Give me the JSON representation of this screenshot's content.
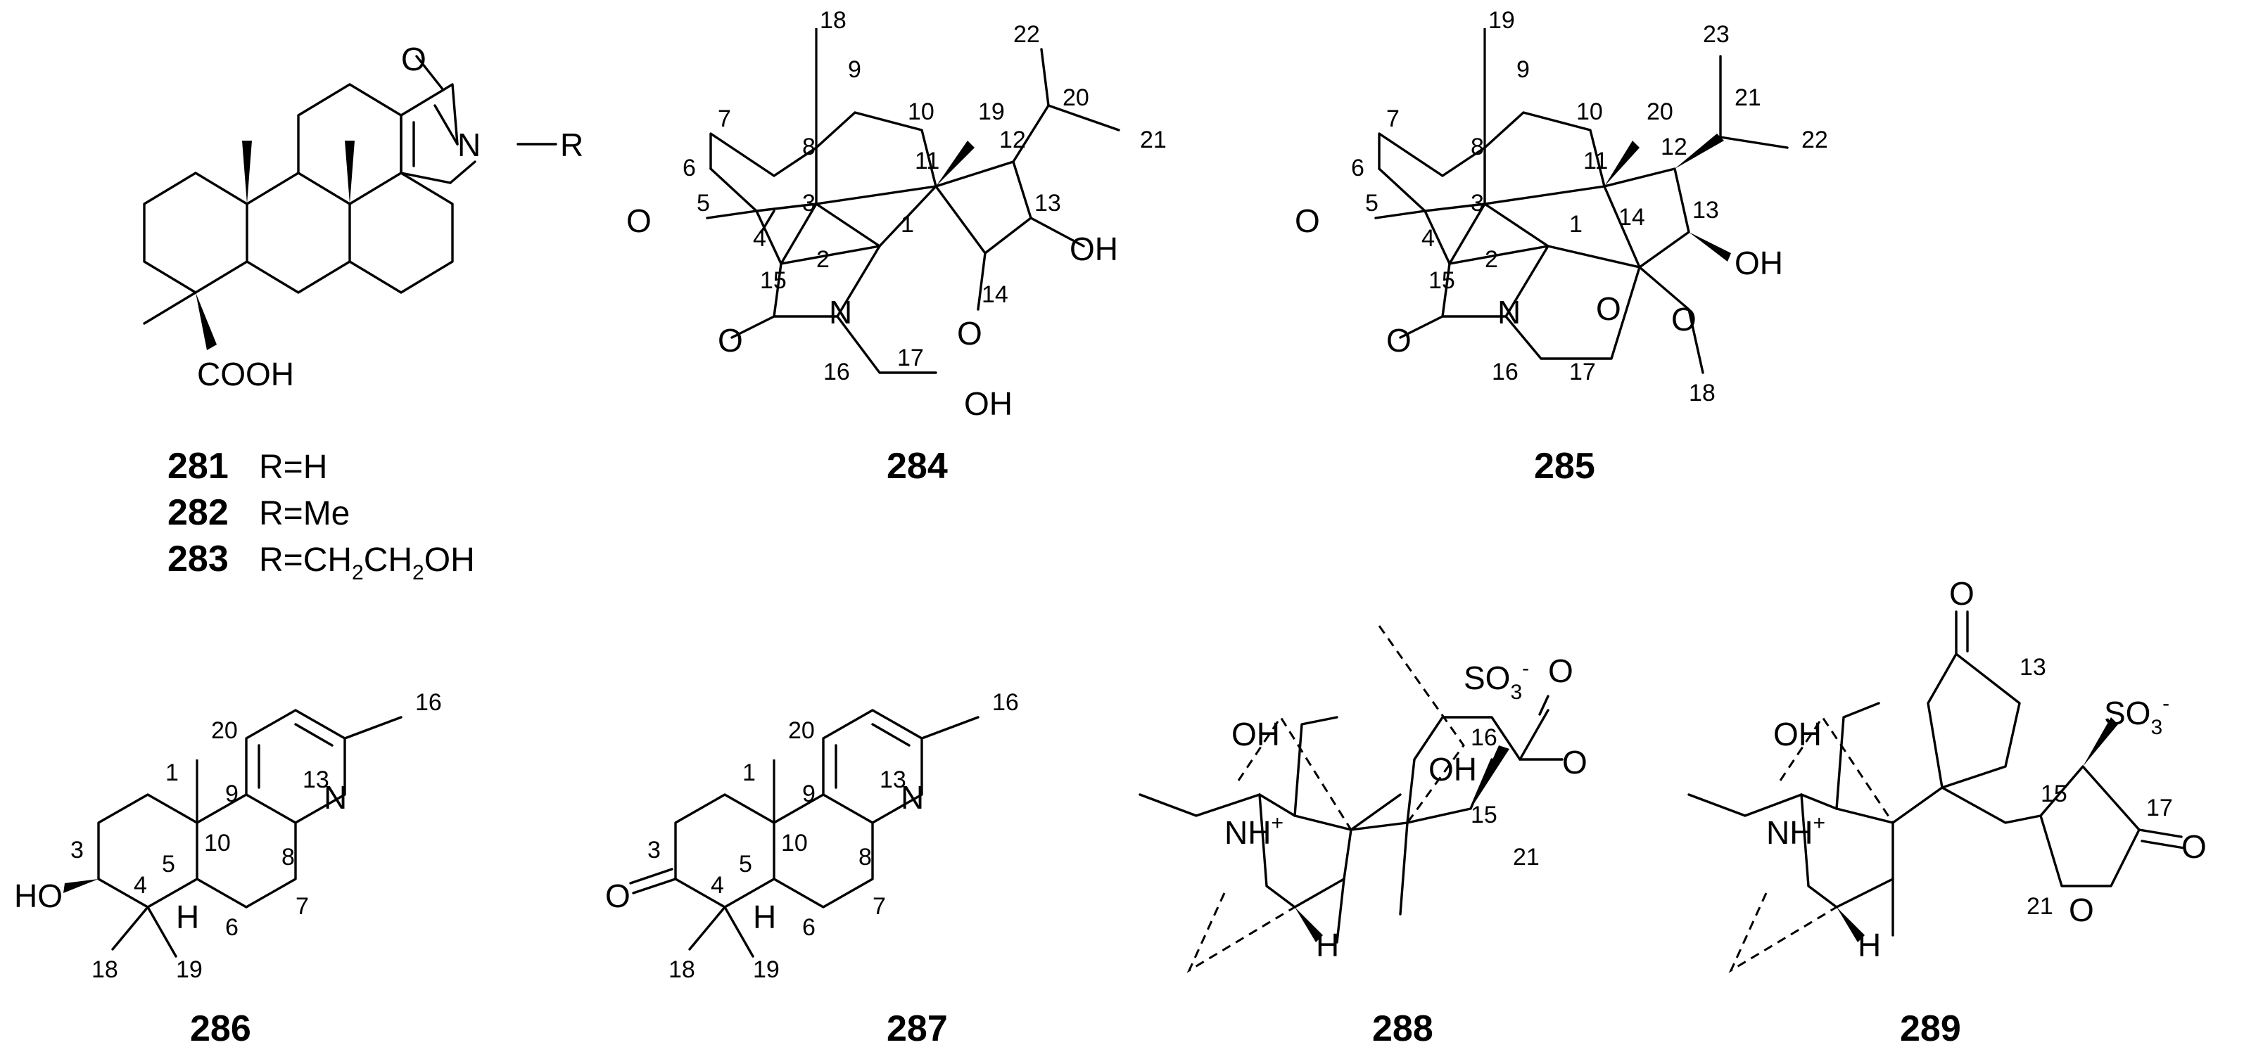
{
  "compounds": {
    "c281": {
      "label": "281",
      "r_text": "R=H"
    },
    "c282": {
      "label": "282",
      "r_text": "R=Me"
    },
    "c283": {
      "label": "283",
      "r_prefix": "R=CH",
      "r_sub1": "2",
      "r_mid": "CH",
      "r_sub2": "2",
      "r_suffix": "OH"
    },
    "c284": {
      "label": "284"
    },
    "c285": {
      "label": "285"
    },
    "c286": {
      "label": "286"
    },
    "c287": {
      "label": "287"
    },
    "c288": {
      "label": "288"
    },
    "c289": {
      "label": "289"
    }
  },
  "atoms": {
    "O": "O",
    "N": "N",
    "R": "R",
    "OH": "OH",
    "HO": "HO",
    "H": "H",
    "COOH": "COOH",
    "NH": "NH",
    "plus": "+",
    "SO": "SO",
    "three": "3",
    "minus": "-"
  },
  "numbers": {
    "n1": "1",
    "n2": "2",
    "n3": "3",
    "n4": "4",
    "n5": "5",
    "n6": "6",
    "n7": "7",
    "n8": "8",
    "n9": "9",
    "n10": "10",
    "n11": "11",
    "n12": "12",
    "n13": "13",
    "n14": "14",
    "n15": "15",
    "n16": "16",
    "n17": "17",
    "n18": "18",
    "n19": "19",
    "n20": "20",
    "n21": "21",
    "n22": "22",
    "n23": "23"
  }
}
